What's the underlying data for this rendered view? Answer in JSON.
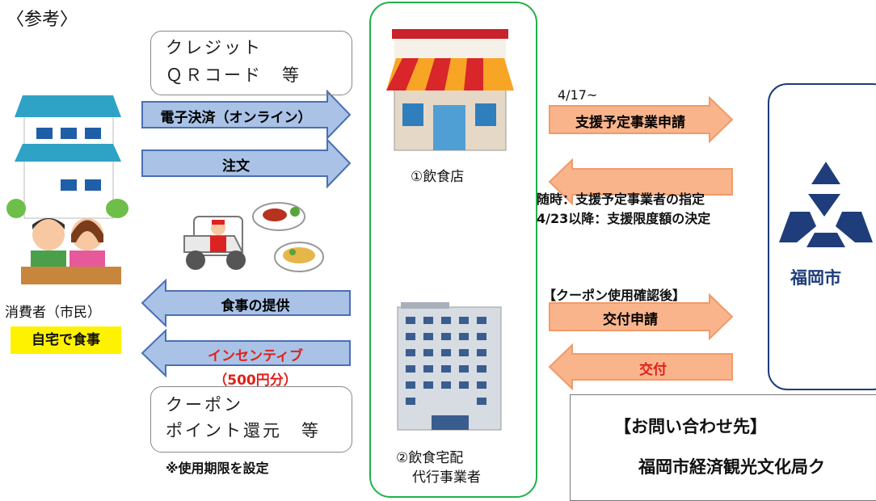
{
  "title": "〈参考〉",
  "payment_bracket": {
    "line1": "クレジット",
    "line2": "ＱＲコード　等"
  },
  "arrows_left": {
    "electronic_payment": "電子決済（オンライン）",
    "order": "注文",
    "meal_provision": "食事の提供",
    "incentive": "インセンティブ",
    "incentive_amount": "（500円分）"
  },
  "consumer": {
    "label": "消費者（市民）",
    "badge": "自宅で食事"
  },
  "coupon_bracket": {
    "line1": "クーポン",
    "line2": "ポイント還元　等"
  },
  "note": "※使用期限を設定",
  "restaurant": {
    "label": "①飲食店"
  },
  "delivery": {
    "line1": "②飲食宅配",
    "line2": "代行事業者"
  },
  "arrows_right": {
    "date": "4/17~",
    "application": "支援予定事業申請",
    "designation_line1": "随時：支援予定事業者の指定",
    "designation_line2": "4/23以降：支援限度額の決定",
    "coupon_check": "【クーポン使用確認後】",
    "grant_application": "交付申請",
    "grant": "交付"
  },
  "city": {
    "name": "福岡市"
  },
  "contact": {
    "heading": "【お問い合わせ先】",
    "department": "福岡市経済観光文化局ク"
  },
  "colors": {
    "blue_arrow": "#a9c2e6",
    "blue_outline": "#4a6fb5",
    "orange_arrow": "#f9b48b",
    "orange_outline": "#f19a6a",
    "green": "#22b04b",
    "navy": "#1f3d7a",
    "yellow": "#fff200",
    "red_text": "#e0201b"
  }
}
